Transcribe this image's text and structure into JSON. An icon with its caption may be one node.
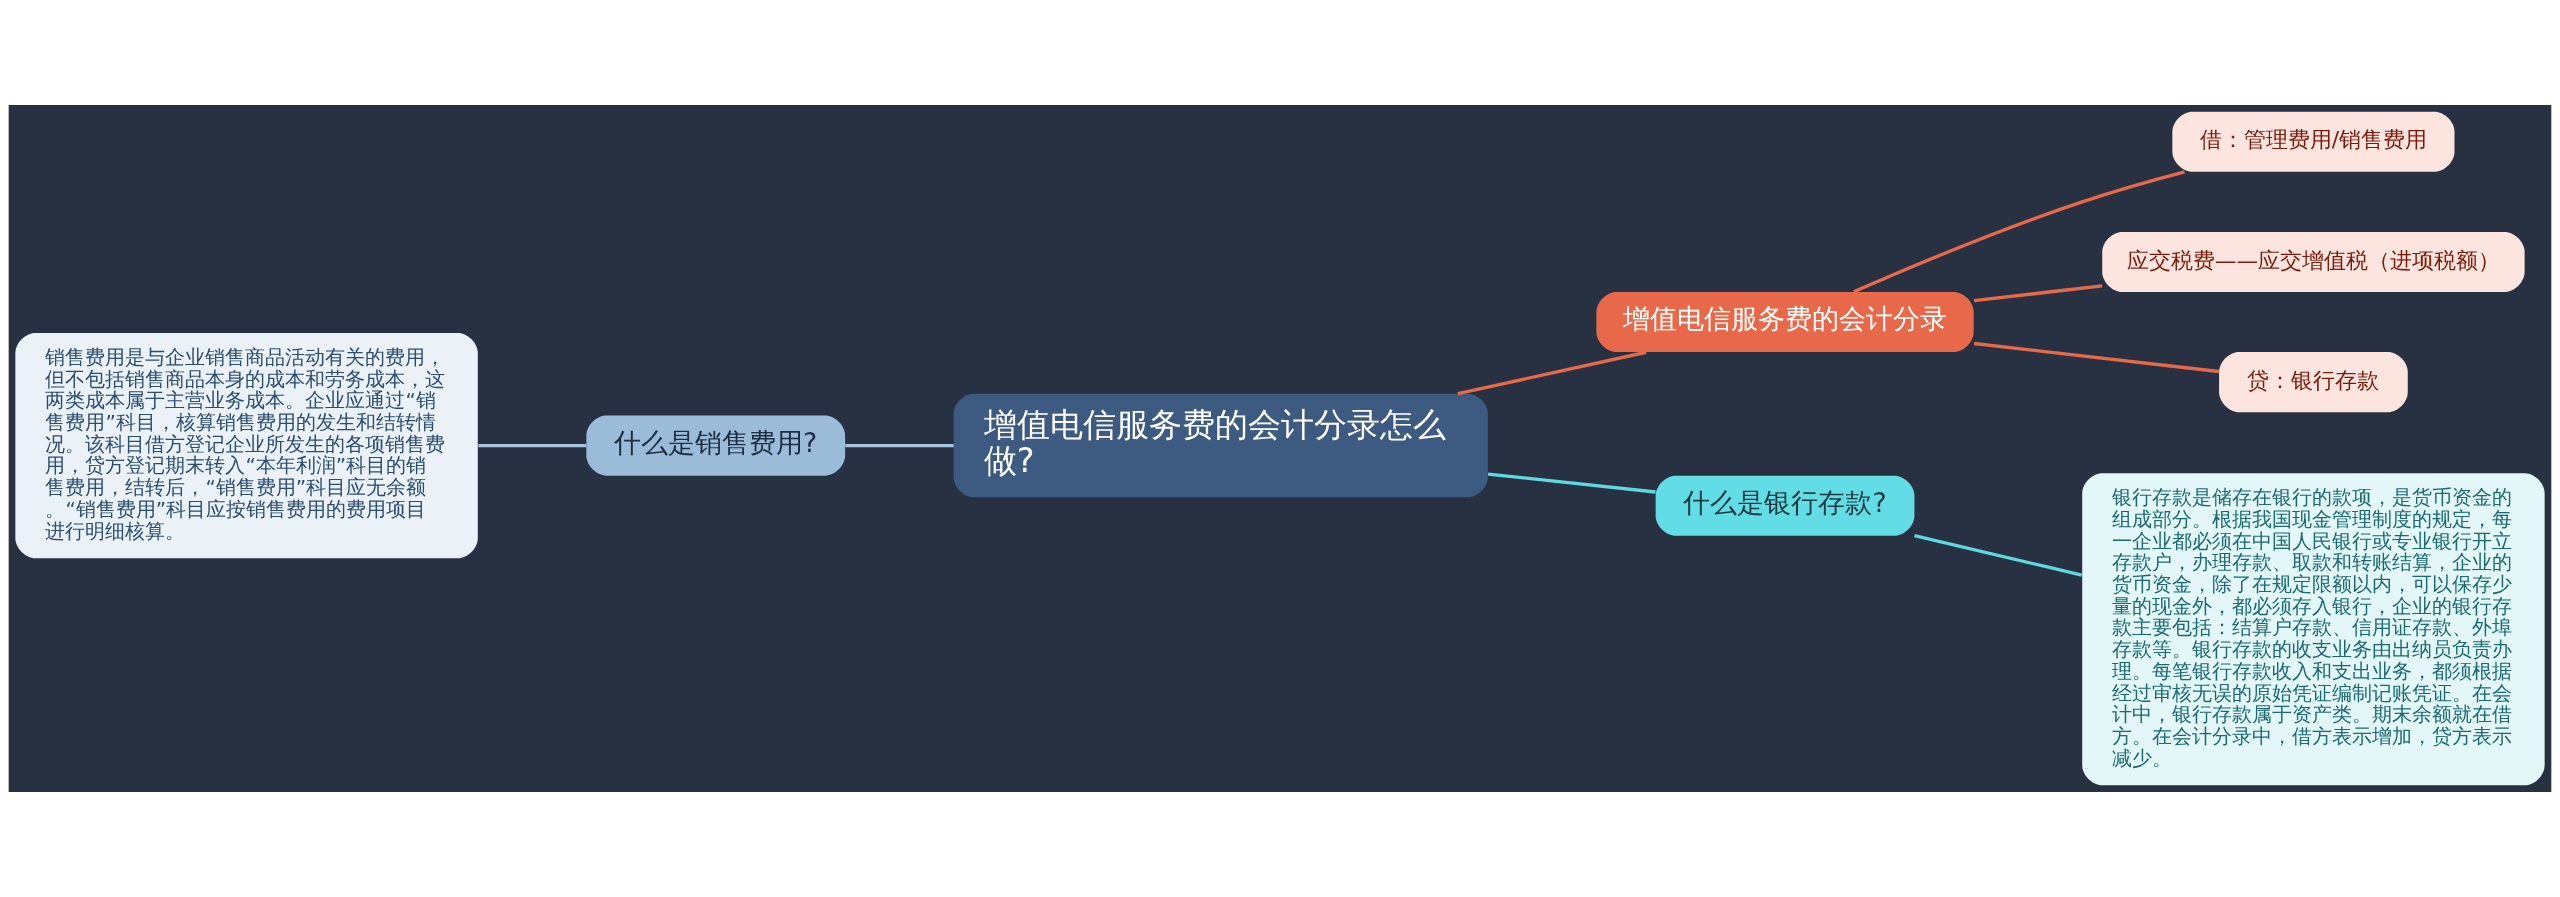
{
  "diagram": {
    "nodes": [
      {
        "text": [
          "增值电信服务费的会计分录怎么做?"
        ]
      },
      {
        "text": [
          "增值电信服务费的会计分录"
        ]
      },
      {
        "text": [
          "借：管理费用/销售费用"
        ]
      },
      {
        "text": [
          "应交税费——应交增值税（进项税额）"
        ]
      },
      {
        "text": [
          "贷：银行存款"
        ]
      },
      {
        "text": [
          "什么是银行存款?"
        ]
      },
      {
        "text": [
          "银行存款是储存在银行的款项，是货币资金的组成部分。根据我国现金管理制度的规定，每一企业都必须在中国人民银行或专业银行开立存款户，办理存款、取款和转账结算，企业的货币资金，除了在规定限额以内，可以保存少量的现金外，都必须存入银行，企业的银行存款主要包括：结算户存款、信用证存款、外埠存款等。银行存款的收支业务由出纳员负责办理。每笔银行存款收入和支出业务，都须根据经过审核无误的原始凭证编制记账凭证。在会计中，银行存款属于资产类。期末余额就在借方。在会计分录中，借方表示增加，贷方表示减少。"
        ]
      },
      {
        "text": [
          "什么是销售费用?"
        ]
      },
      {
        "text": [
          "销售费用是与企业销售商品活动有关的费用，但不包括销售商品本身的成本和劳务成本，这两类成本属于主营业务成本。企业应通过“销售费用”科目，核算销售费用的发生和结转情况。该科目借方登记企业所发生的各项销售费用，贷方登记期末转入“本年利润”科目的销售费用，结转后，“销售费用”科目应无余额。“销售费用”科目应按销售费用的费用项目进行明细核算。"
        ]
      }
    ],
    "edges": [
      {
        "from": 0,
        "to": 1,
        "arrow": "none",
        "color": "#e8694a"
      },
      {
        "from": 1,
        "to": 2,
        "arrow": "none",
        "color": "#e8694a"
      },
      {
        "from": 1,
        "to": 3,
        "arrow": "none",
        "color": "#e8694a"
      },
      {
        "from": 1,
        "to": 4,
        "arrow": "none",
        "color": "#e8694a"
      },
      {
        "from": 0,
        "to": 5,
        "arrow": "none",
        "color": "#5ed9e0"
      },
      {
        "from": 5,
        "to": 6,
        "arrow": "none",
        "color": "#5ed9e0"
      },
      {
        "from": 0,
        "to": 7,
        "arrow": "none",
        "color": "#a9c4dc"
      },
      {
        "from": 7,
        "to": 8,
        "arrow": "none",
        "color": "#a9c4dc"
      }
    ]
  }
}
